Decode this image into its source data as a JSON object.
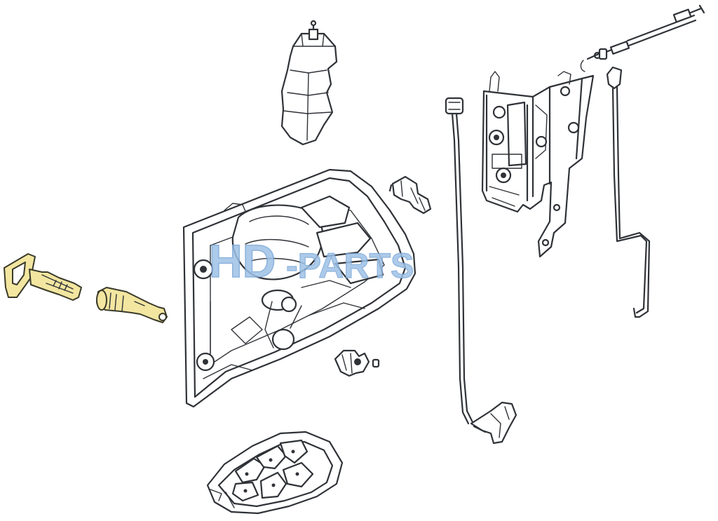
{
  "watermark": {
    "brand_initials": "HD",
    "brand_suffix": "-PARTS",
    "color": "#9ec1e6"
  },
  "highlight_color": "#f2e6a0",
  "parts": [
    {
      "id": "key",
      "icon": "key-icon",
      "highlighted": true
    },
    {
      "id": "lock-cylinder",
      "icon": "lock-cylinder-icon",
      "highlighted": true
    },
    {
      "id": "actuator",
      "icon": "actuator-icon",
      "highlighted": false
    },
    {
      "id": "inner-handle-housing",
      "icon": "door-handle-housing-icon",
      "highlighted": false
    },
    {
      "id": "clip",
      "icon": "clip-icon",
      "highlighted": false
    },
    {
      "id": "door-latch",
      "icon": "door-latch-icon",
      "highlighted": false
    },
    {
      "id": "bowden-cable",
      "icon": "cable-icon",
      "highlighted": false
    },
    {
      "id": "lock-rod-left",
      "icon": "rod-icon",
      "highlighted": false
    },
    {
      "id": "lock-rod-right",
      "icon": "rod-icon",
      "highlighted": false
    },
    {
      "id": "rod-clip",
      "icon": "rod-clip-icon",
      "highlighted": false
    },
    {
      "id": "bearing-bush",
      "icon": "bush-icon",
      "highlighted": false
    },
    {
      "id": "switch-panel",
      "icon": "switch-panel-icon",
      "highlighted": false
    }
  ]
}
